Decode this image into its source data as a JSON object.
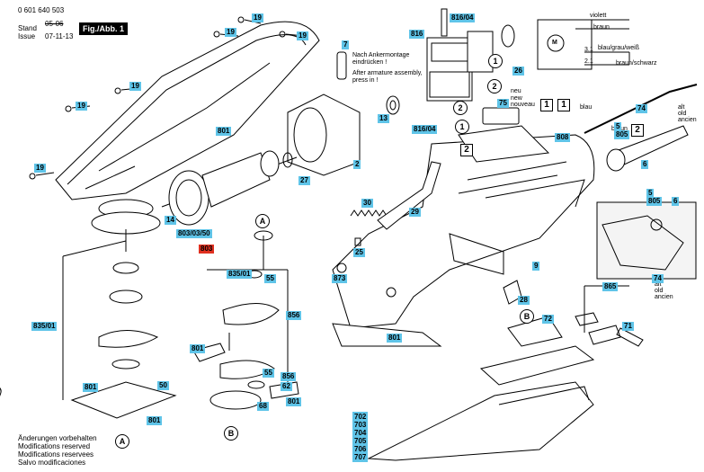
{
  "header": {
    "doc_number": "0 601 640 503",
    "stand_label": "Stand",
    "issue_label": "Issue",
    "date_old": "05-06",
    "date_new": "07-11-13",
    "fig_label": "Fig./Abb. 1"
  },
  "notes": {
    "armature_de": "Nach Ankermontage eindrücken !",
    "armature_en": "After armature assembly, press in !",
    "new_labels": [
      "neu",
      "new",
      "nouveau"
    ],
    "old_labels": [
      "alt",
      "old",
      "ancien"
    ]
  },
  "wiring": {
    "violett": "violett",
    "braun": "braun",
    "blau_grau_weiss": "blau/grau/weiß",
    "braun_schwarz": "braun/schwarz",
    "motor": "M",
    "term_31": "3.1",
    "term_21": "2.1",
    "blau": "blau",
    "braun2": "braun"
  },
  "parts": {
    "p19": "19",
    "p801": "801",
    "p7": "7",
    "p816": "816",
    "p816_04": "816/04",
    "p26": "26",
    "p13": "13",
    "p75": "75",
    "p74": "74",
    "p5": "5",
    "p805": "805",
    "p808": "808",
    "p6": "6",
    "p2": "2",
    "p27": "27",
    "p14": "14",
    "p803_03_50": "803/03/50",
    "p803": "803",
    "p30": "30",
    "p29": "29",
    "p25": "25",
    "p873": "873",
    "p9": "9",
    "p835_01": "835/01",
    "p55": "55",
    "p856": "856",
    "p62": "62",
    "p68": "68",
    "p50": "50",
    "p28": "28",
    "p865": "865",
    "p72": "72",
    "p71": "71"
  },
  "callouts": {
    "A": "A",
    "B": "B",
    "one": "1",
    "two": "2"
  },
  "stack": [
    "702",
    "703",
    "704",
    "705",
    "706",
    "707"
  ],
  "footer": [
    "Änderungen vorbehalten",
    "Modifications reserved",
    "Modifications reservees",
    "Salvo modificaciones"
  ]
}
